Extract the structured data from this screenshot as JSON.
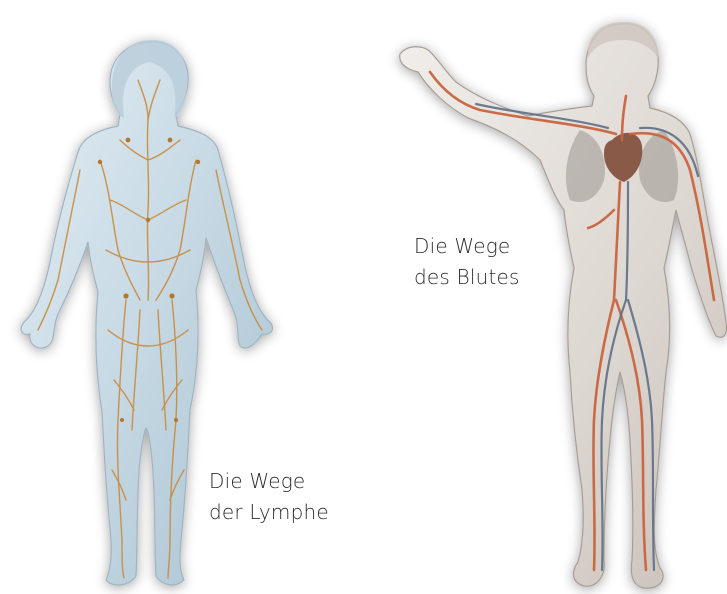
{
  "captions": {
    "blood": {
      "line1": "Die Wege",
      "line2": "des Blutes"
    },
    "lymph": {
      "line1": "Die Wege",
      "line2": "der Lymphe"
    }
  },
  "colors": {
    "lymph_body_fill": "#cfe0ea",
    "lymph_vessels": "#c98a3c",
    "blood_body_fill": "#e4e0dc",
    "artery": "#c9653f",
    "vein": "#5f6f86",
    "heart": "#8a5a48",
    "caption_text": "#2a2a2a"
  }
}
